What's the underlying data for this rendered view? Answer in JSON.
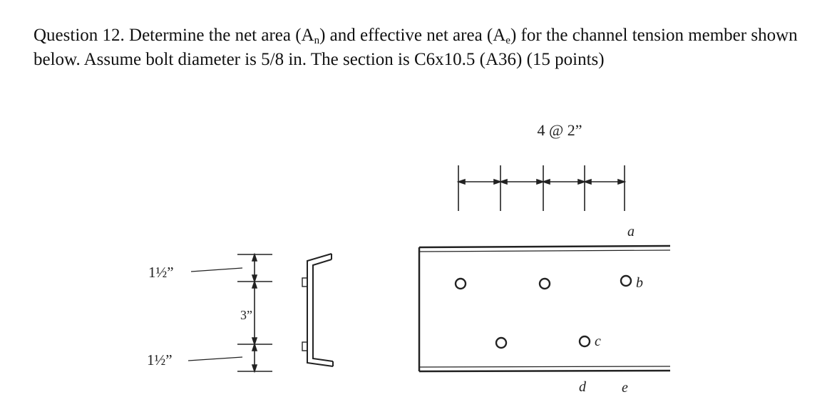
{
  "question": {
    "part1": "Question 12. Determine the net area (A",
    "sub_n": "n",
    "part2": ") and effective net area (A",
    "sub_e": "e",
    "part3": ") for the channel tension member shown below. Assume bolt diameter is 5/8 in. The section is C6x10.5 (A36) (15 points)"
  },
  "figure": {
    "spacing_label": "4 @ 2”",
    "dim_top": "1½”",
    "dim_mid": "3”",
    "dim_bottom": "1½”",
    "hole_labels": {
      "a": "a",
      "b": "b",
      "c": "c",
      "d": "d",
      "e": "e"
    }
  }
}
